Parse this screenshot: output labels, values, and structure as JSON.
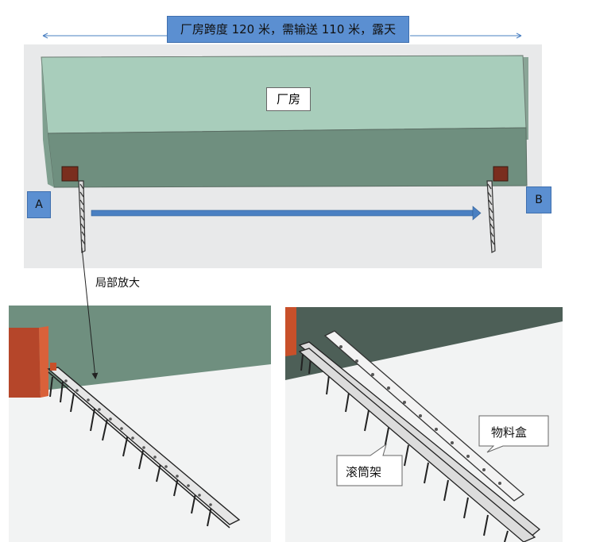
{
  "title": "厂房跨度 120 米，需输送 110 米，露天",
  "factory_label": "厂房",
  "point_a": "A",
  "point_b": "B",
  "zoom_label": "局部放大",
  "callout_box": "物料盒",
  "callout_rack": "滚筒架",
  "colors": {
    "building_front": "#a8cdbb",
    "building_bottom": "#6f8f7f",
    "label_blue": "#5b8fd1",
    "door": "#7a2e1e",
    "flow_arrow": "#4a80c2",
    "wall": "#c8502a"
  }
}
